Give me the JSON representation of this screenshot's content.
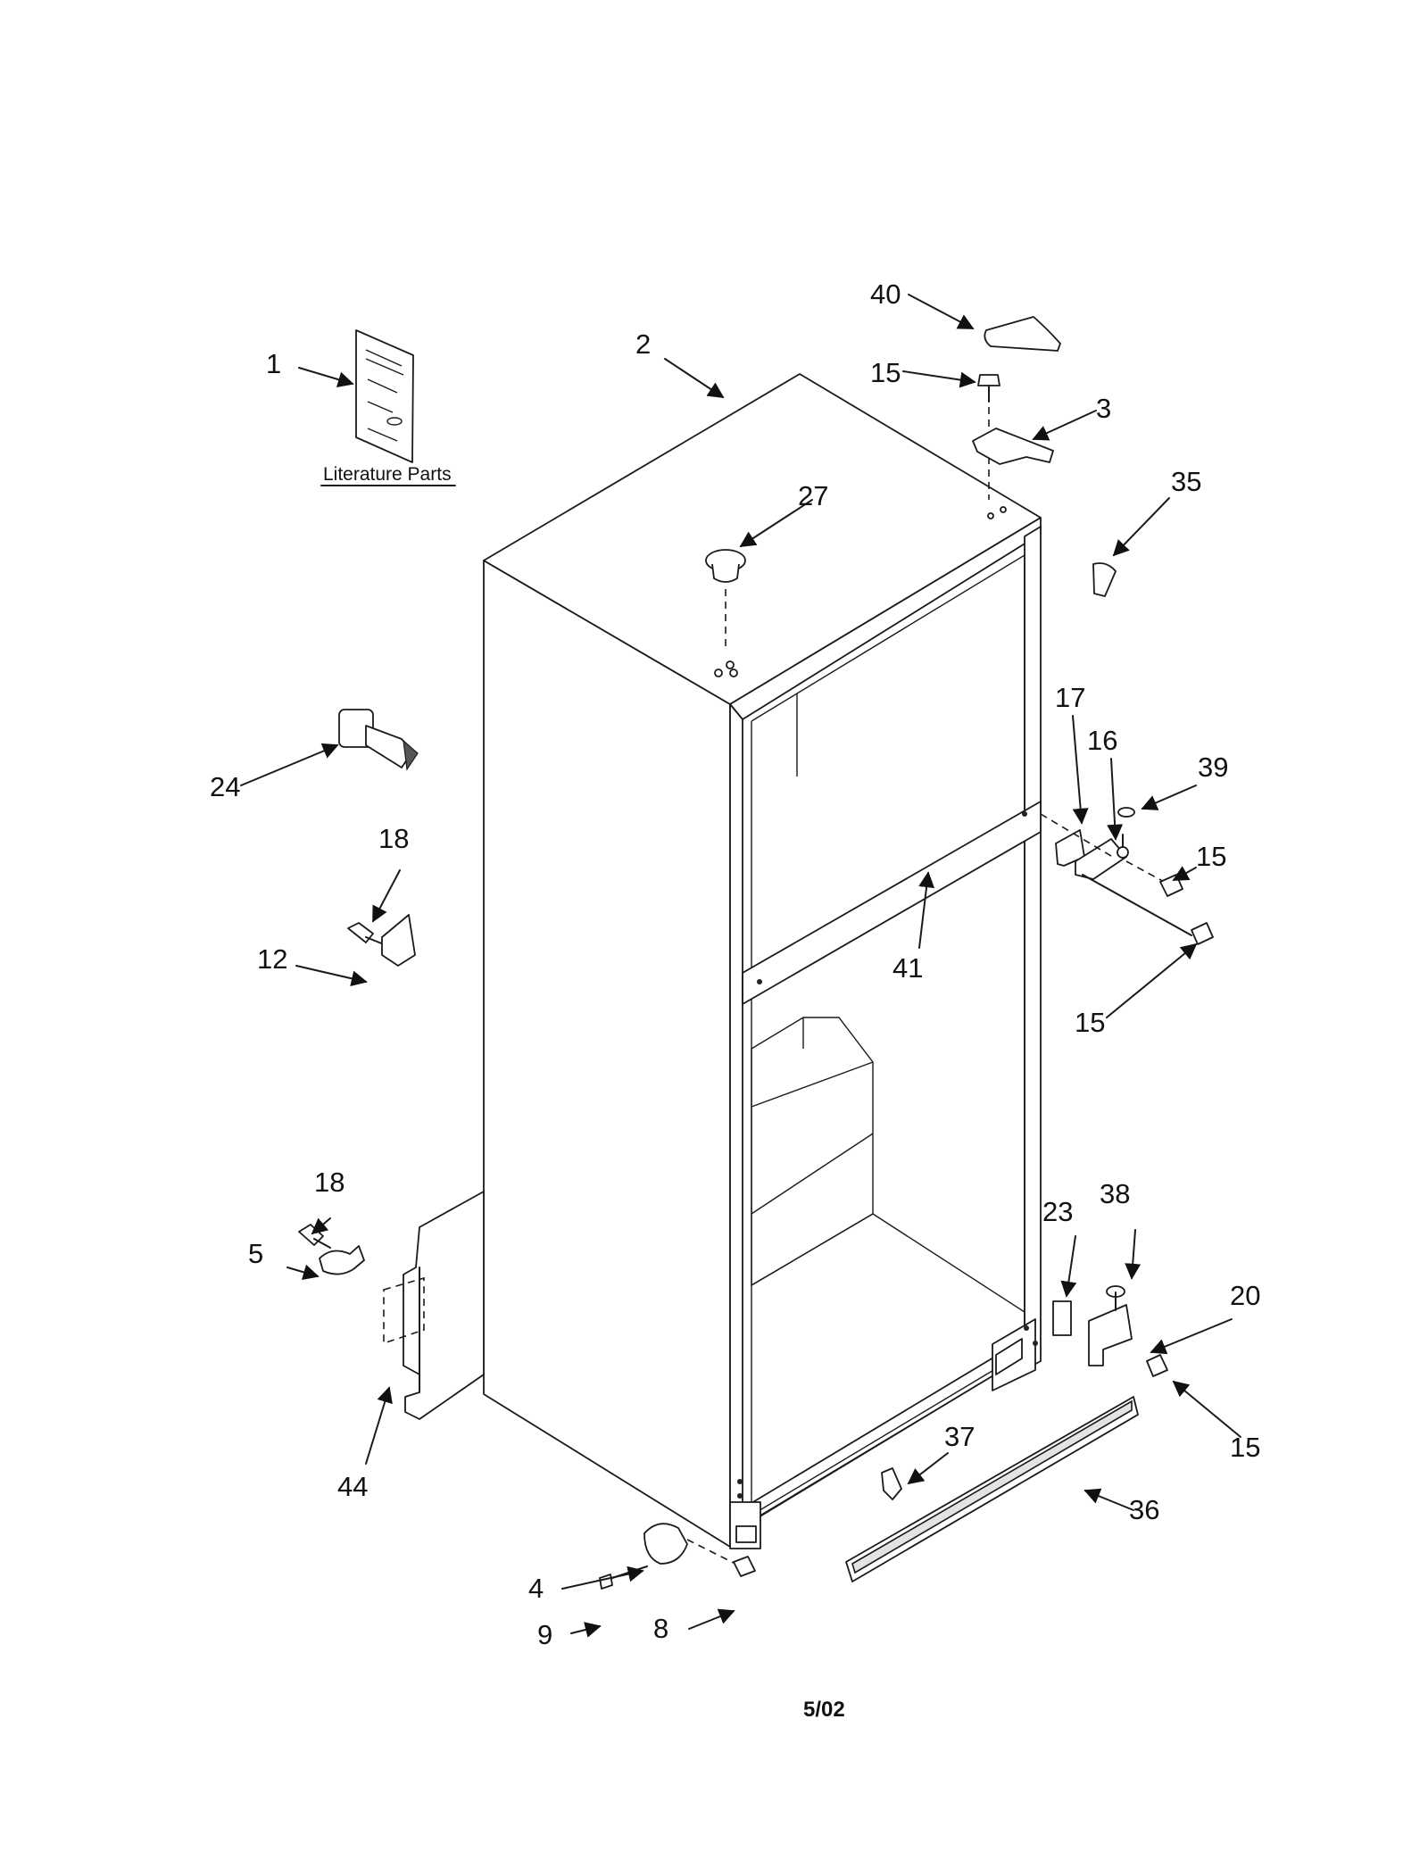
{
  "literature_label": "Literature Parts",
  "footer_date": "5/02",
  "callouts": {
    "c1": "1",
    "c2": "2",
    "c3": "3",
    "c4": "4",
    "c5": "5",
    "c8": "8",
    "c9": "9",
    "c12": "12",
    "c15a": "15",
    "c15b": "15",
    "c15c": "15",
    "c15d": "15",
    "c16": "16",
    "c17": "17",
    "c18a": "18",
    "c18b": "18",
    "c20": "20",
    "c23": "23",
    "c24": "24",
    "c27": "27",
    "c35": "35",
    "c36": "36",
    "c37": "37",
    "c38": "38",
    "c39": "39",
    "c40": "40",
    "c41": "41",
    "c44": "44"
  }
}
